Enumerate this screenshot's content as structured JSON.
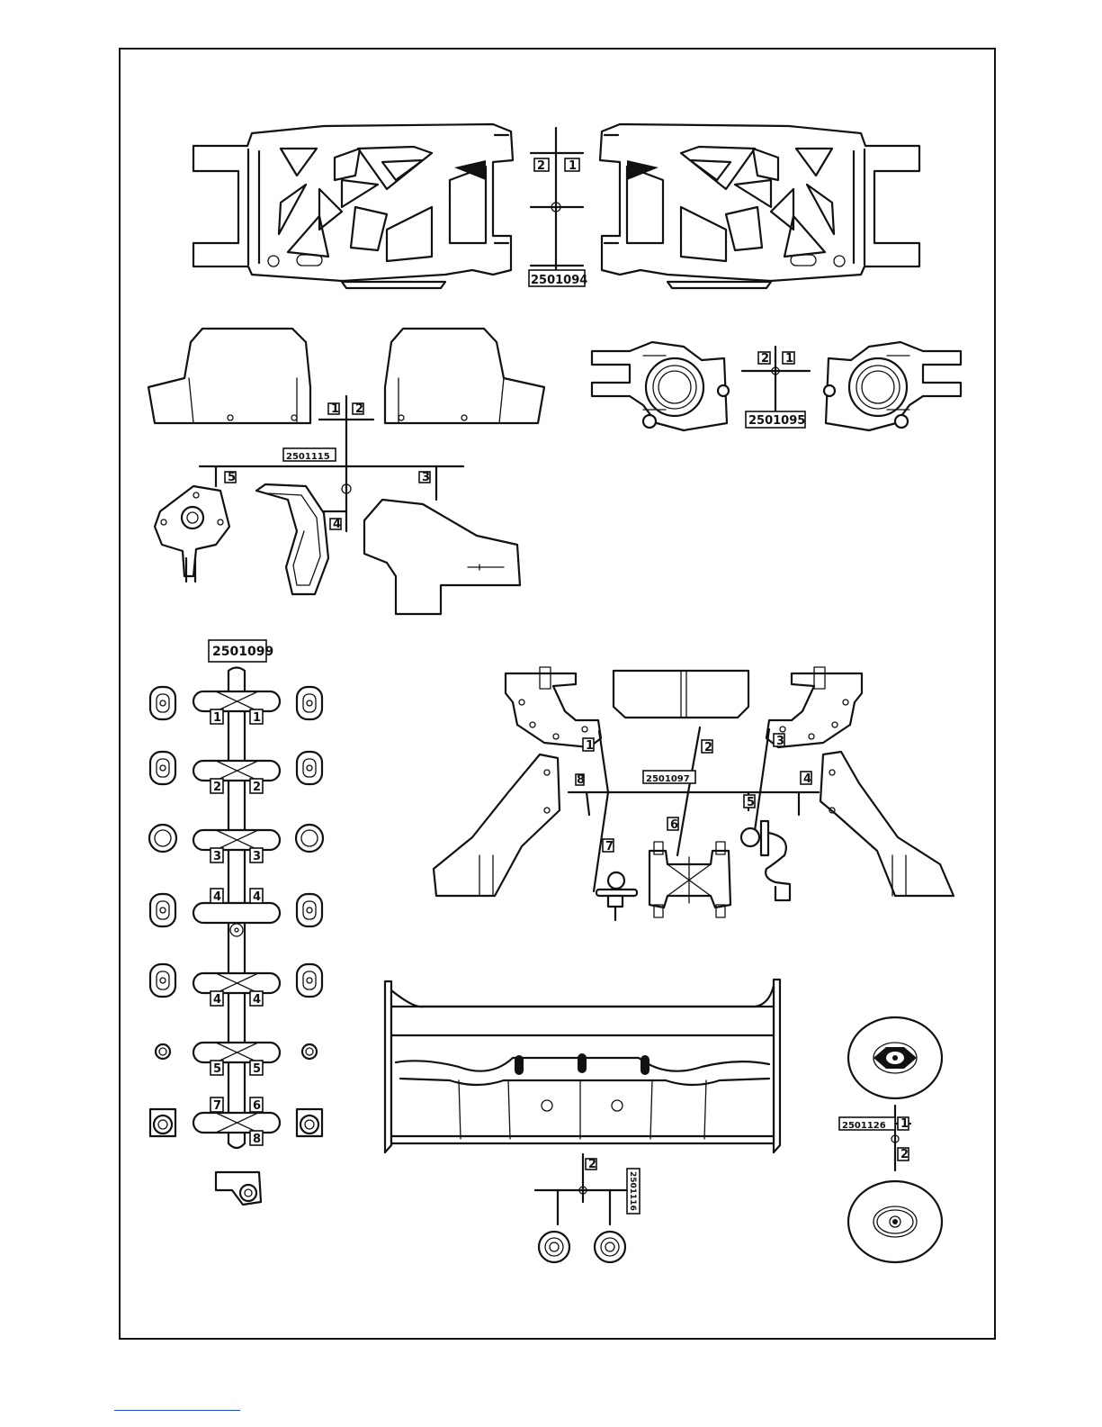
{
  "sheet": {
    "part_numbers": {
      "lower_arms": "2501094",
      "rear_hubs": "2501095",
      "bumper_tree": "2501115",
      "mount_tree": "2501099",
      "shock_tower_tree": "2501097",
      "wing_tree": "2501116",
      "wheel_tree": "2501126"
    },
    "lower_arm_tree_numbers": [
      "2",
      "1"
    ],
    "hub_tree_numbers": [
      "2",
      "1"
    ],
    "bumper_tree_numbers": [
      "1",
      "2",
      "3",
      "4",
      "5"
    ],
    "mount_tree_numbers": [
      "1",
      "1",
      "2",
      "2",
      "3",
      "3",
      "4",
      "4",
      "4",
      "4",
      "5",
      "5",
      "7",
      "6",
      "8"
    ],
    "shock_tower_tree_numbers": [
      "1",
      "2",
      "3",
      "4",
      "5",
      "6",
      "7",
      "8"
    ],
    "wing_tree_numbers": [
      "2"
    ],
    "wheel_tree_numbers": [
      "1",
      "2"
    ]
  },
  "colors": {
    "line": "#111111",
    "paper": "#ffffff",
    "link": "#1a4fd8"
  }
}
